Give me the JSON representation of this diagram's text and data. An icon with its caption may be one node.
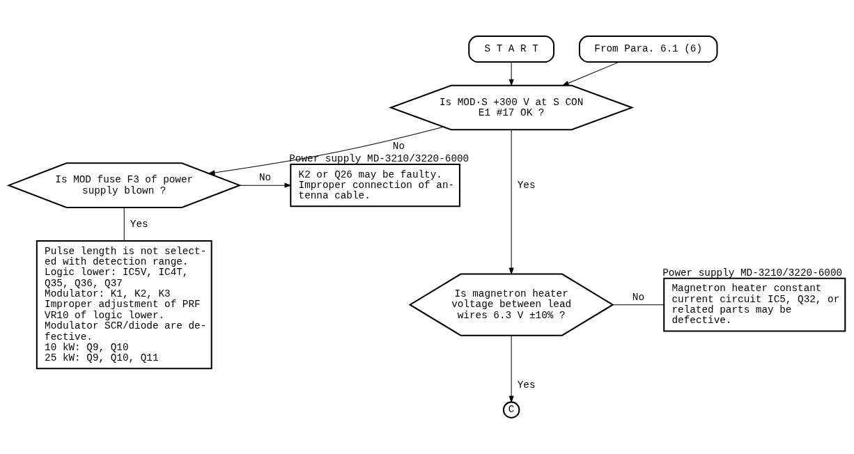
{
  "diagram": {
    "nodes": [
      {
        "text": [
          "S T A R T"
        ]
      },
      {
        "text": [
          "From Para. 6.1 (6)"
        ]
      },
      {
        "text": [
          "Is MOD·S +300 V at S CON E1 #17 OK ?"
        ]
      },
      {
        "text": [
          "Is MOD fuse F3 of power supply blown ?"
        ]
      },
      {
        "text": [
          "K2 or Q26 may be faulty. Improper connection of an- tenna cable."
        ],
        "beside": [
          "Power supply MD-3210/3220-6000"
        ]
      },
      {
        "text": [
          "Pulse length is not select- ed with detection range.",
          "Logic lower: IC5V, IC4T, Q35, Q36, Q37",
          "Modulator: K1, K2, K3",
          "Improper adjustment of PRF VR10 of logic lower.",
          "Modulator SCR/diode are de- fective.",
          "10 kW: Q9, Q10",
          "25 kW: Q9, Q10, Q11"
        ]
      },
      {
        "text": [
          "Is magnetron heater voltage between lead wires 6.3 V ±10% ?"
        ]
      },
      {
        "text": [
          "Magnetron heater constant current circuit IC5, Q32, or related parts may be defective."
        ],
        "beside": [
          "Power supply MD-3210/3220-6000"
        ]
      },
      {
        "text": [
          "C"
        ]
      }
    ],
    "edges": [
      {
        "from": 0,
        "to": 2,
        "arrow": "to"
      },
      {
        "from": 1,
        "to": 2,
        "arrow": "to"
      },
      {
        "from": 2,
        "to": 3,
        "arrow": "to",
        "label": "No"
      },
      {
        "from": 2,
        "to": 6,
        "arrow": "to",
        "label": "Yes"
      },
      {
        "from": 3,
        "to": 4,
        "arrow": "to",
        "label": "No"
      },
      {
        "from": 3,
        "to": 5,
        "arrow": "none",
        "label": "Yes"
      },
      {
        "from": 6,
        "to": 7,
        "arrow": "none",
        "label": "No"
      },
      {
        "from": 6,
        "to": 8,
        "arrow": "to",
        "label": "Yes"
      }
    ]
  }
}
